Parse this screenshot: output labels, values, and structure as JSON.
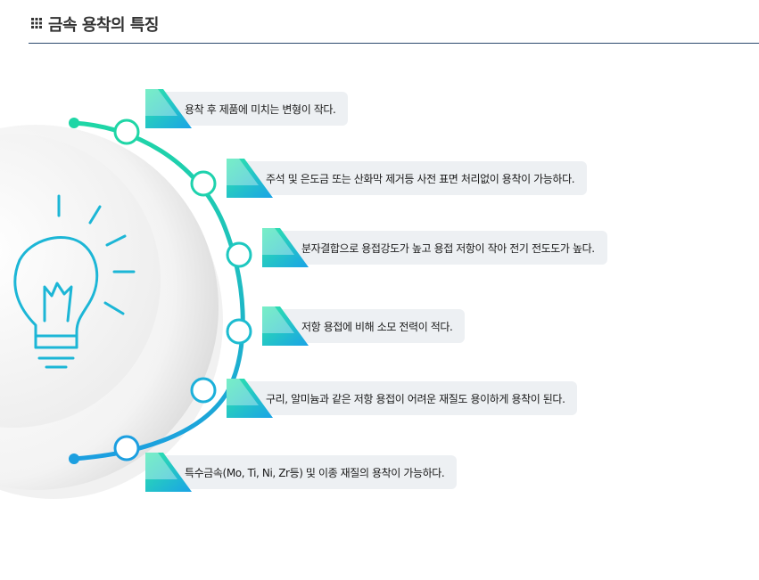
{
  "header": {
    "title": "금속 용착의 특징",
    "icon": "grid-icon"
  },
  "colors": {
    "accent_green": "#1fd6a6",
    "accent_blue": "#1c9fe0",
    "rule": "#2c4a6e"
  },
  "features": [
    "용착 후 제품에 미치는 변형이 작다.",
    "주석 및 은도금 또는 산화막 제거등 사전 표면 처리없이 용착이 가능하다.",
    "분자결합으로 용접강도가 높고 용접 저항이 작아 전기 전도도가 높다.",
    "저항 용접에 비해 소모 전력이 적다.",
    "구리, 알미늄과 같은 저항 용접이 어려운 재질도 용이하게 용착이 된다.",
    "특수금속(Mo, Ti, Ni, Zr등) 및 이종 재질의 용착이 가능하다."
  ],
  "illustration": {
    "icon": "lightbulb-icon"
  }
}
